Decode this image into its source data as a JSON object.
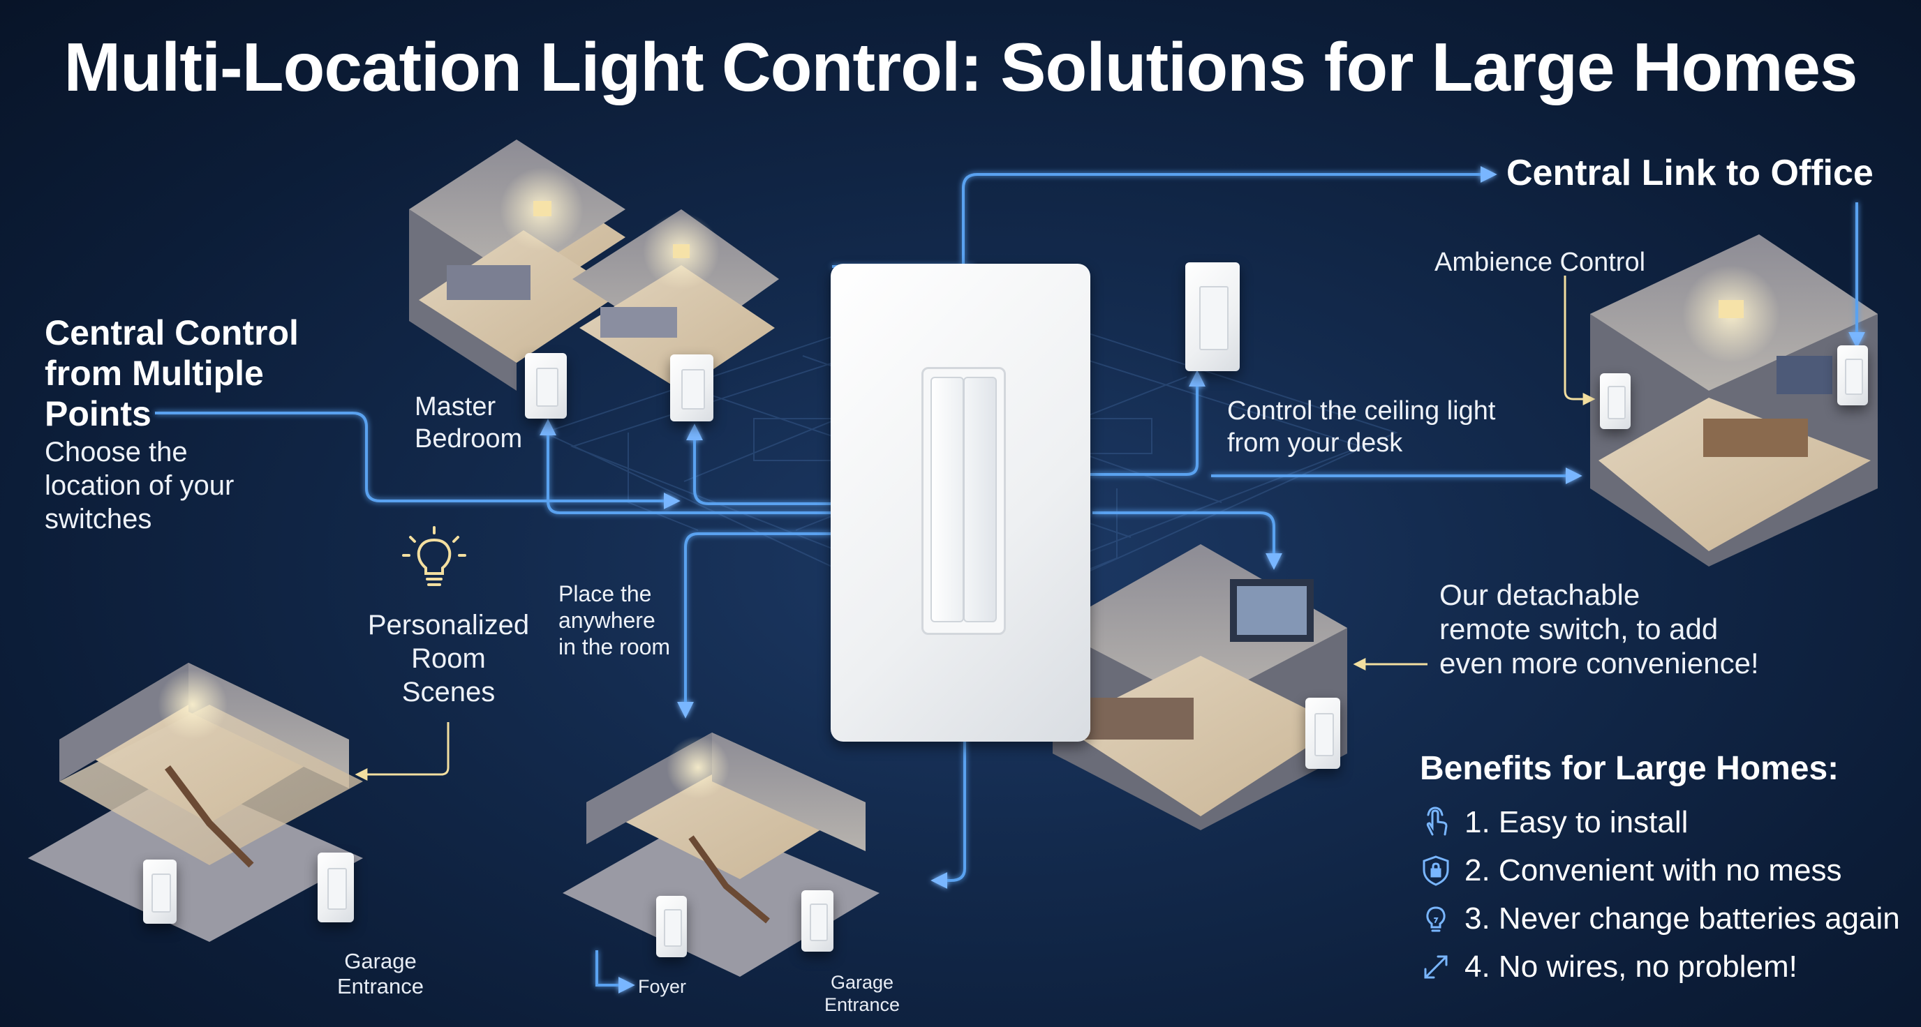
{
  "title": "Multi-Location Light Control: Solutions for Large Homes",
  "left_panel": {
    "heading": [
      "Central Control",
      "from Multiple",
      "Points"
    ],
    "body": [
      "Choose the",
      "location of your",
      "switches"
    ]
  },
  "personalized": [
    "Personalized",
    "Room",
    "Scenes"
  ],
  "place_anywhere": [
    "Place the",
    "anywhere",
    "in the room"
  ],
  "master_bedroom": [
    "Master",
    "Bedroom"
  ],
  "central_link": "Central Link to Office",
  "ambience": "Ambience Control",
  "ceiling_text": [
    "Control the ceiling light",
    "from your desk"
  ],
  "detachable": [
    "Our detachable",
    "remote switch, to add",
    "even more convenience!"
  ],
  "garage_left": [
    "Garage",
    "Entrance"
  ],
  "garage_right": [
    "Garage",
    "Entrance"
  ],
  "foyer": "Foyer",
  "benefits": {
    "heading": "Benefits for Large Homes:",
    "items": [
      {
        "icon": "hand-tap-icon",
        "text": "1. Easy to install"
      },
      {
        "icon": "shield-lock-icon",
        "text": "2. Convenient with no mess"
      },
      {
        "icon": "lightbulb-icon",
        "text": "3. Never change batteries again"
      },
      {
        "icon": "expand-arrows-icon",
        "text": "4. No wires, no problem!"
      }
    ]
  },
  "colors": {
    "background": "#0c1d38",
    "connector": "#5aa2f0",
    "pointer": "#f3dfa0",
    "text": "#ffffff"
  }
}
